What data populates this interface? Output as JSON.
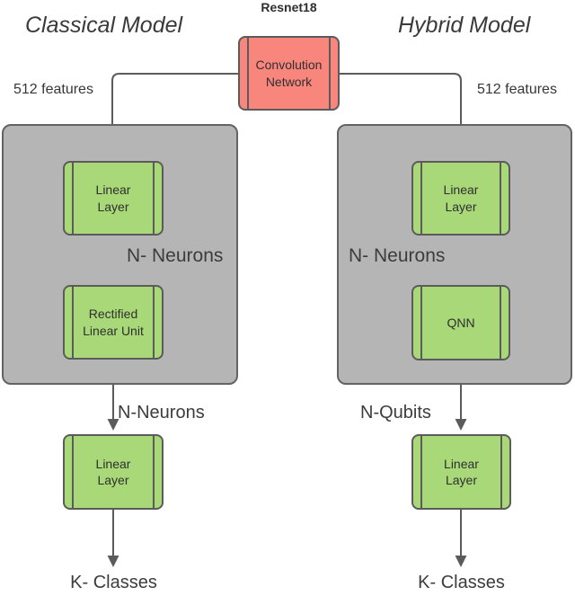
{
  "diagram": {
    "resnet_label": "Resnet18",
    "conv_box_label": "Convolution Network",
    "colors": {
      "conv_box_fill": "#f8867d",
      "layer_box_fill": "#a8d878",
      "container_fill": "#b5b5b5",
      "stroke": "#5b5b5b",
      "text": "#333333"
    }
  },
  "classical": {
    "title": "Classical Model",
    "features_label": "512 features",
    "linear1_label": "Linear Layer",
    "hidden_label": "N- Neurons",
    "relu_label": "Rectified Linear Unit",
    "out_label": "N-Neurons",
    "linear2_label": "Linear Layer",
    "classes_label": "K- Classes"
  },
  "hybrid": {
    "title": "Hybrid Model",
    "features_label": "512 features",
    "linear1_label": "Linear Layer",
    "hidden_label": "N- Neurons",
    "qnn_label": "QNN",
    "out_label": "N-Qubits",
    "linear2_label": "Linear Layer",
    "classes_label": "K- Classes"
  }
}
